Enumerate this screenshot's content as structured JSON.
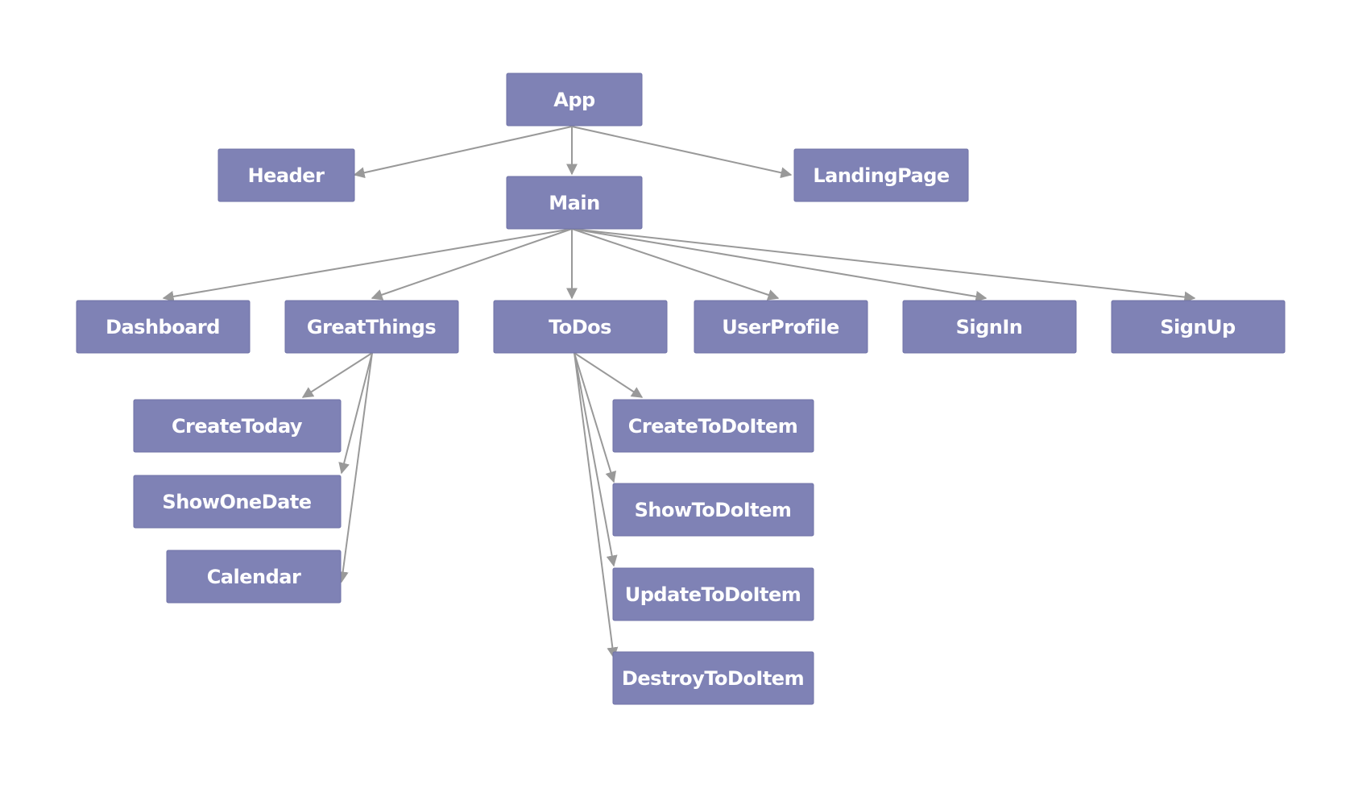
{
  "colors": {
    "node_fill": "#7f82b5",
    "node_text": "#ffffff",
    "edge": "#999999",
    "background": "#ffffff"
  },
  "nodes": {
    "app": "App",
    "header": "Header",
    "main": "Main",
    "landing_page": "LandingPage",
    "dashboard": "Dashboard",
    "great_things": "GreatThings",
    "todos": "ToDos",
    "user_profile": "UserProfile",
    "sign_in": "SignIn",
    "sign_up": "SignUp",
    "create_today": "CreateToday",
    "show_one_date": "ShowOneDate",
    "calendar": "Calendar",
    "create_todo_item": "CreateToDoItem",
    "show_todo_item": "ShowToDoItem",
    "update_todo_item": "UpdateToDoItem",
    "destroy_todo_item": "DestroyToDoItem"
  },
  "edges": [
    [
      "app",
      "header"
    ],
    [
      "app",
      "main"
    ],
    [
      "app",
      "landing_page"
    ],
    [
      "main",
      "dashboard"
    ],
    [
      "main",
      "great_things"
    ],
    [
      "main",
      "todos"
    ],
    [
      "main",
      "user_profile"
    ],
    [
      "main",
      "sign_in"
    ],
    [
      "main",
      "sign_up"
    ],
    [
      "great_things",
      "create_today"
    ],
    [
      "great_things",
      "show_one_date"
    ],
    [
      "great_things",
      "calendar"
    ],
    [
      "todos",
      "create_todo_item"
    ],
    [
      "todos",
      "show_todo_item"
    ],
    [
      "todos",
      "update_todo_item"
    ],
    [
      "todos",
      "destroy_todo_item"
    ]
  ]
}
